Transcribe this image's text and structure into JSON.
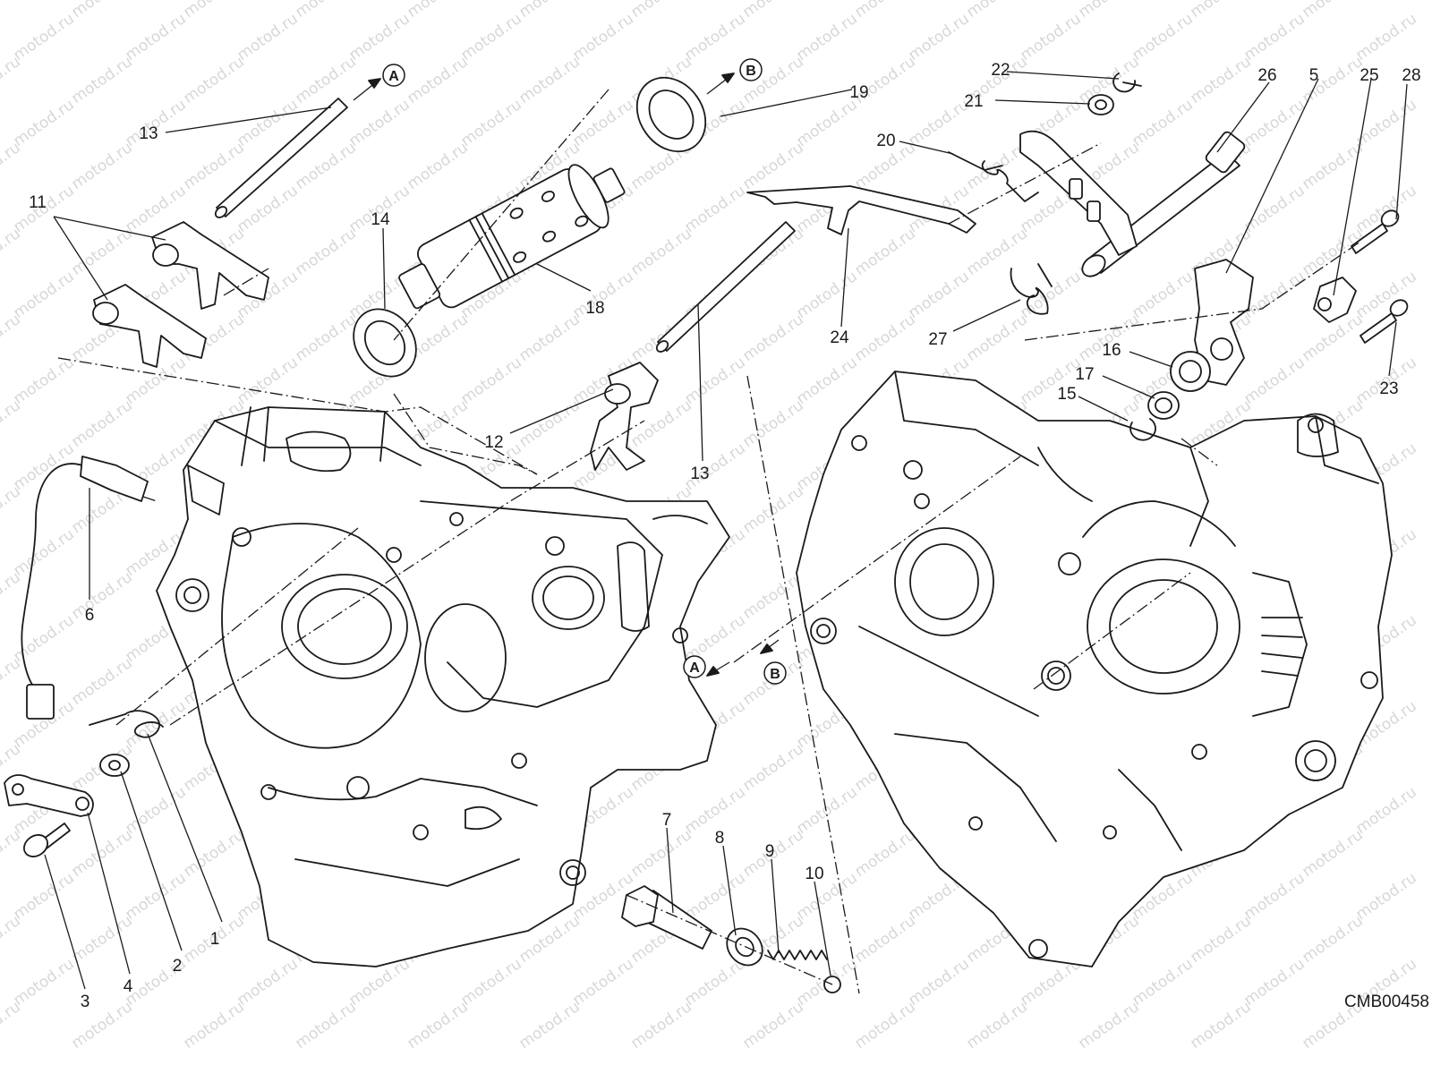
{
  "diagram": {
    "drawing_code": "CMB00458",
    "watermark": "motod.ru",
    "reference_markers": {
      "a": "A",
      "b": "B"
    },
    "callouts": [
      "1",
      "2",
      "3",
      "4",
      "5",
      "6",
      "7",
      "8",
      "9",
      "10",
      "11",
      "12",
      "13",
      "13",
      "14",
      "15",
      "16",
      "17",
      "18",
      "19",
      "20",
      "21",
      "22",
      "23",
      "24",
      "25",
      "26",
      "27",
      "28"
    ]
  }
}
